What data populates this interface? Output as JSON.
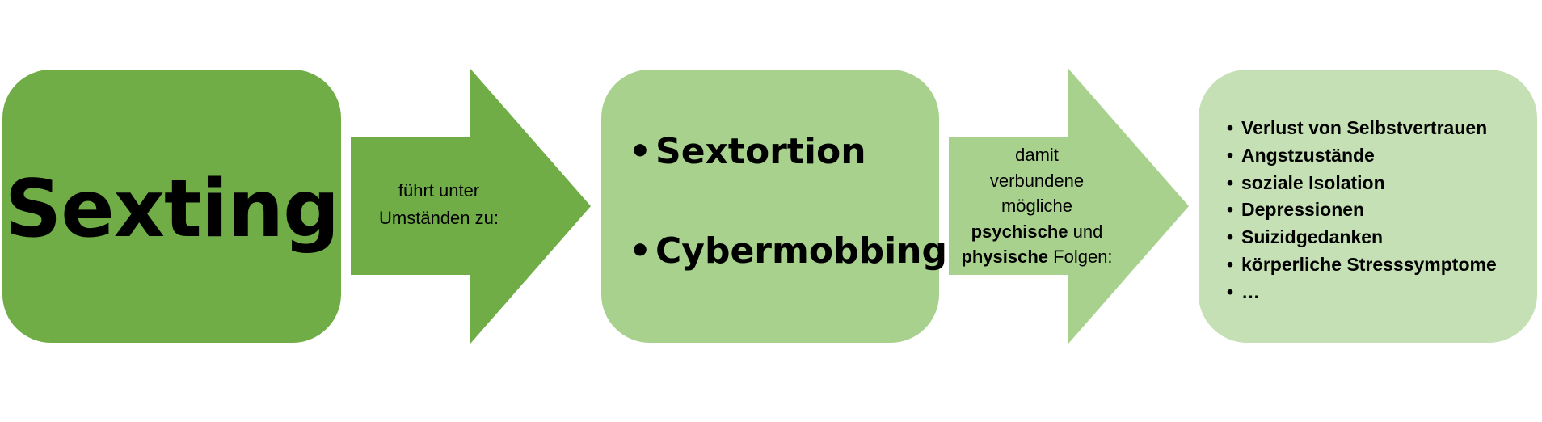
{
  "colors": {
    "dark_green": "#70ad47",
    "medium_green": "#a9d18e",
    "light_green": "#c5e0b4"
  },
  "box_sexting": {
    "title": "Sexting"
  },
  "arrow_1": {
    "line1": "führt unter",
    "line2": "Umständen zu:"
  },
  "box_risks": {
    "bullet": "•",
    "items": [
      "Sextortion",
      "Cybermobbing"
    ]
  },
  "arrow_2": {
    "line1": "damit",
    "line2": "verbundene",
    "line3": "mögliche",
    "line4_bold": "psychische",
    "line4_rest": " und",
    "line5_bold": "physische",
    "line5_rest": " Folgen:"
  },
  "box_consequences": {
    "bullet": "•",
    "items": [
      "Verlust von Selbstvertrauen",
      "Angstzustände",
      "soziale Isolation",
      "Depressionen",
      "Suizidgedanken",
      "körperliche Stresssymptome",
      "…"
    ]
  }
}
